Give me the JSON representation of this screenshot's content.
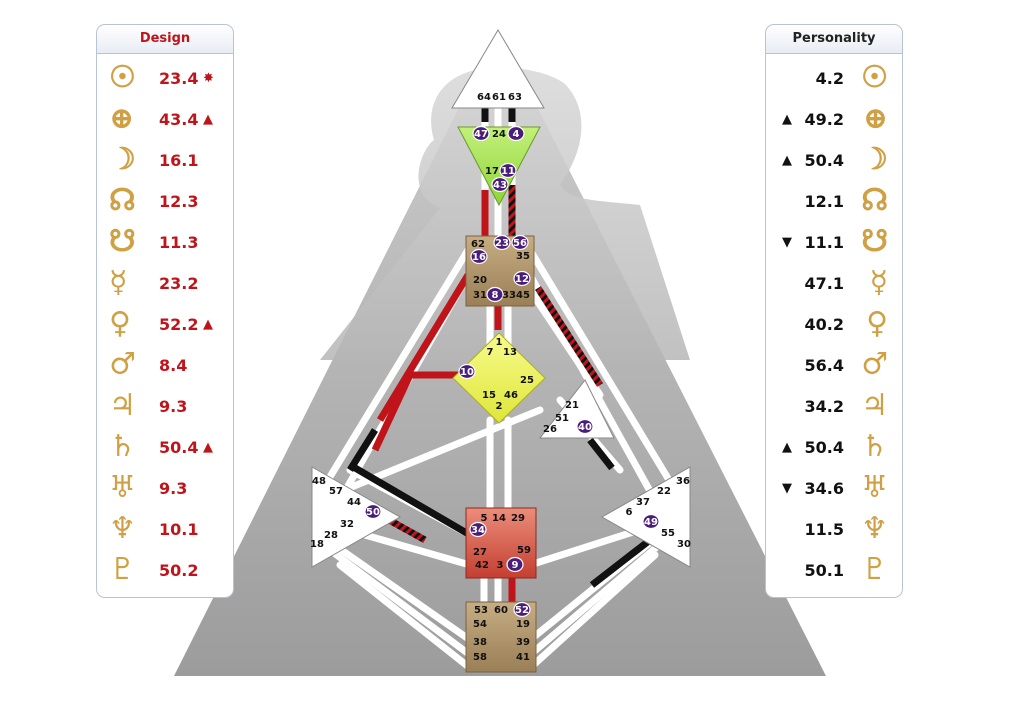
{
  "design": {
    "title": "Design",
    "rows": [
      {
        "glyph": "☉",
        "value": "23.4",
        "mark": "✸"
      },
      {
        "glyph": "⊕",
        "value": "43.4",
        "mark": "▲"
      },
      {
        "glyph": "☽",
        "value": "16.1",
        "mark": ""
      },
      {
        "glyph": "☊",
        "value": "12.3",
        "mark": ""
      },
      {
        "glyph": "☋",
        "value": "11.3",
        "mark": ""
      },
      {
        "glyph": "☿",
        "value": "23.2",
        "mark": ""
      },
      {
        "glyph": "♀",
        "value": "52.2",
        "mark": "▲"
      },
      {
        "glyph": "♂",
        "value": "8.4",
        "mark": ""
      },
      {
        "glyph": "♃",
        "value": "9.3",
        "mark": ""
      },
      {
        "glyph": "♄",
        "value": "50.4",
        "mark": "▲"
      },
      {
        "glyph": "♅",
        "value": "9.3",
        "mark": ""
      },
      {
        "glyph": "♆",
        "value": "10.1",
        "mark": ""
      },
      {
        "glyph": "♇",
        "value": "50.2",
        "mark": ""
      }
    ]
  },
  "personality": {
    "title": "Personality",
    "rows": [
      {
        "glyph": "☉",
        "value": "4.2",
        "mark": ""
      },
      {
        "glyph": "⊕",
        "value": "49.2",
        "mark": "▲"
      },
      {
        "glyph": "☽",
        "value": "50.4",
        "mark": "▲"
      },
      {
        "glyph": "☊",
        "value": "12.1",
        "mark": ""
      },
      {
        "glyph": "☋",
        "value": "11.1",
        "mark": "▼"
      },
      {
        "glyph": "☿",
        "value": "47.1",
        "mark": ""
      },
      {
        "glyph": "♀",
        "value": "40.2",
        "mark": ""
      },
      {
        "glyph": "♂",
        "value": "56.4",
        "mark": ""
      },
      {
        "glyph": "♃",
        "value": "34.2",
        "mark": ""
      },
      {
        "glyph": "♄",
        "value": "50.4",
        "mark": "▲"
      },
      {
        "glyph": "♅",
        "value": "34.6",
        "mark": "▼"
      },
      {
        "glyph": "♆",
        "value": "11.5",
        "mark": ""
      },
      {
        "glyph": "♇",
        "value": "50.1",
        "mark": ""
      }
    ]
  },
  "colors": {
    "design_red": "#c0141b",
    "personality_black": "#111111",
    "glyph_gold": "#cfa044",
    "head_center": "#ffffff",
    "ajna_center": "#9ee34a",
    "throat_center": "#a88e66",
    "g_center": "#eef25a",
    "sacral_center": "#d65a4a",
    "root_center": "#a88e66",
    "activated_gate": "#4b1d7a"
  },
  "centers": {
    "head": {
      "name": "head-center",
      "gates": [
        "64",
        "61",
        "63"
      ],
      "highlighted": []
    },
    "ajna": {
      "name": "ajna-center",
      "gates": [
        "47",
        "24",
        "4",
        "17",
        "11",
        "43"
      ],
      "highlighted": [
        "47",
        "4",
        "11",
        "43"
      ]
    },
    "throat": {
      "name": "throat-center",
      "gates": [
        "62",
        "23",
        "56",
        "35",
        "16",
        "20",
        "12",
        "31",
        "8",
        "33",
        "45"
      ],
      "highlighted": [
        "23",
        "56",
        "16",
        "12",
        "8"
      ]
    },
    "g": {
      "name": "g-center",
      "gates": [
        "1",
        "7",
        "13",
        "10",
        "25",
        "15",
        "46",
        "2"
      ],
      "highlighted": [
        "10"
      ]
    },
    "heart": {
      "name": "heart-center",
      "gates": [
        "21",
        "51",
        "26",
        "40"
      ],
      "highlighted": [
        "40"
      ]
    },
    "spleen": {
      "name": "spleen-center",
      "gates": [
        "48",
        "57",
        "44",
        "50",
        "32",
        "28",
        "18"
      ],
      "highlighted": [
        "50"
      ]
    },
    "solar": {
      "name": "solar-plexus-center",
      "gates": [
        "36",
        "22",
        "37",
        "6",
        "49",
        "55",
        "30"
      ],
      "highlighted": [
        "49"
      ]
    },
    "sacral": {
      "name": "sacral-center",
      "gates": [
        "5",
        "14",
        "29",
        "34",
        "27",
        "59",
        "42",
        "3",
        "9"
      ],
      "highlighted": [
        "34",
        "9"
      ]
    },
    "root": {
      "name": "root-center",
      "gates": [
        "53",
        "60",
        "52",
        "54",
        "19",
        "38",
        "39",
        "58",
        "41"
      ],
      "highlighted": [
        "52"
      ]
    }
  }
}
